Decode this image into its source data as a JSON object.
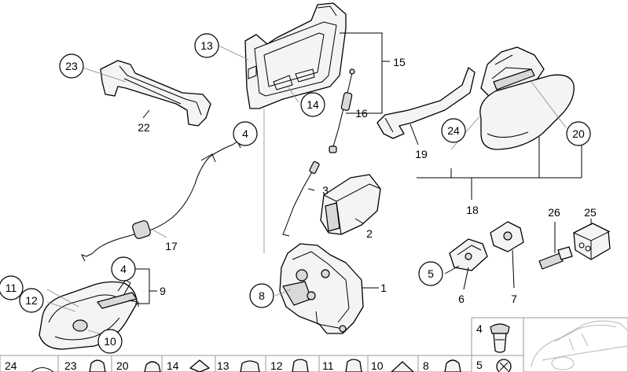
{
  "callouts": {
    "c1": "1",
    "c2": "2",
    "c3": "3",
    "c4a": "4",
    "c4b": "4",
    "c5": "5",
    "c6": "6",
    "c7": "7",
    "c8": "8",
    "c9": "9",
    "c10": "10",
    "c11": "11",
    "c12": "12",
    "c13": "13",
    "c14": "14",
    "c15": "15",
    "c16": "16",
    "c17": "17",
    "c18": "18",
    "c19": "19",
    "c20": "20",
    "c22": "22",
    "c23": "23",
    "c24": "24",
    "c25": "25",
    "c26": "26"
  },
  "bottom_strip": [
    {
      "num": "24"
    },
    {
      "num": "23"
    },
    {
      "num": "20"
    },
    {
      "num": "14"
    },
    {
      "num": "13"
    },
    {
      "num": "12"
    },
    {
      "num": "11"
    },
    {
      "num": "10"
    },
    {
      "num": "8"
    },
    {
      "num": "5"
    }
  ],
  "inset": {
    "top_num": "4",
    "bottom_num": "5"
  },
  "icons": [
    "clip-grommet-icon",
    "car-silhouette-icon"
  ]
}
